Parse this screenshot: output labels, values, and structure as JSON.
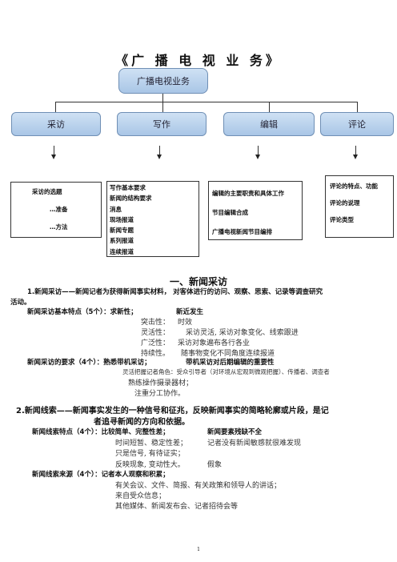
{
  "title": "《广 播 电 视 业 务》",
  "chart": {
    "root": "广播电视业务",
    "children": [
      "采访",
      "写作",
      "编辑",
      "评论"
    ]
  },
  "boxes": {
    "caifang": [
      "采访的选题",
      "…准备",
      "…方法"
    ],
    "xiezuo": [
      "写作基本要求",
      "新闻的结构要求",
      "消息",
      "现场报道",
      "新闻专题",
      "系列报道",
      "连续报道"
    ],
    "bianji": [
      "编辑的主要职责和具体工作",
      "节目编辑合成",
      "广播电视新闻节目编排"
    ],
    "pinglun": [
      "评论的特点、功能",
      "评论的说理",
      "评论类型"
    ]
  },
  "section1": {
    "heading": "一、新闻采访",
    "def_line1": "1.新闻采访——新闻记者为获得新闻事实材料， 对客体进行的访问、观察、思索、记录等调查研究",
    "def_line2": "活动。",
    "features_label": "新闻采访基本特点（5个）：求新性；",
    "features_label2": "新近发生",
    "f1_k": "突击性：",
    "f1_v": "时效",
    "f2_k": "灵活性：",
    "f2_v": "采访灵活, 采访对象变化、线索跟进",
    "f3_k": "广泛性：",
    "f3_v": "采访对象遍布各行各业",
    "f4_k": "持续性。",
    "f4_v": "随事物变化不同角度连续报道",
    "req_label": "新闻采访的要求（4个）：熟悉带机采访；",
    "req_label2": "带机采访对后期编辑的重要性",
    "r1": "灵活把握记者角色：受众引导者（对环境从宏观到微观把握）、传播者、调查者",
    "r2": "熟练操作摄录器材；",
    "r3": "注重分工协作。"
  },
  "section2": {
    "def_line1": "2.新闻线索——新闻事实发生的一种信号和征兆，反映新闻事实的简略轮廓或片段，是记",
    "def_line2": "者追寻新闻的方向和依据。",
    "char_label": "新闻线索特点（4个）：比较简单、完整性差；",
    "char_label2": "新闻要素残缺不全",
    "c1": "时间短暂、稳定性差；",
    "c1b": "记者没有新闻敏感就很难发现",
    "c2": "只是信号, 有待证实；",
    "c3": "反映现象, 变动性大。",
    "c3b": "假象",
    "src_label": "新闻线索来源（4个）：记者本人观察和积累；",
    "s1": "有关会议、文件、简报、有关政策和领导人的讲话；",
    "s2": "来自受众信息；",
    "s3": "其他媒体、新闻发布会、记者招待会等"
  },
  "page_number": "1"
}
